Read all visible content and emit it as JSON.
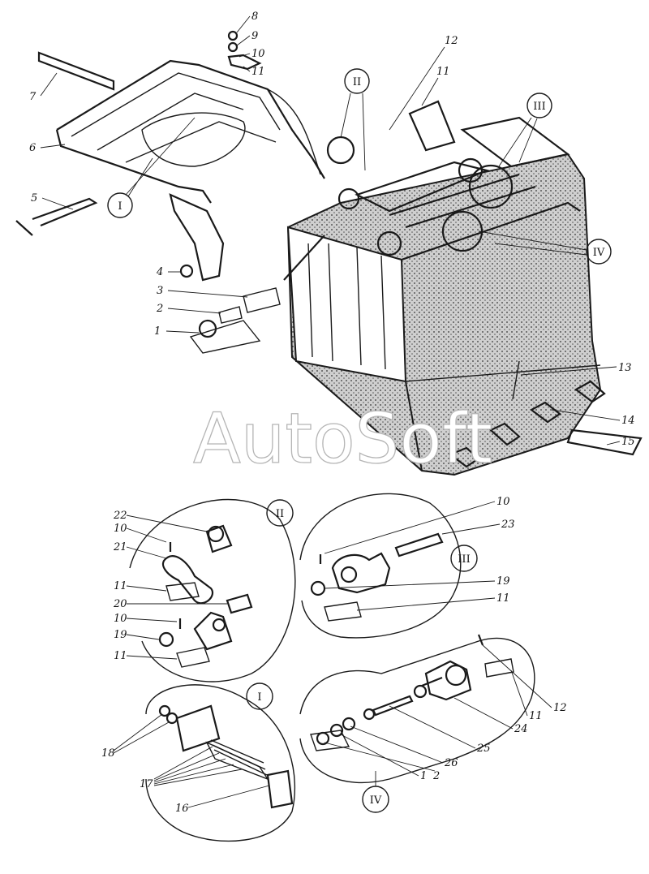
{
  "watermark": "AutoSoft",
  "callouts_main": [
    "1",
    "2",
    "3",
    "4",
    "5",
    "6",
    "7",
    "8",
    "9",
    "10",
    "11",
    "11",
    "12",
    "13",
    "14",
    "15"
  ],
  "detail_views": [
    {
      "roman": "I",
      "callouts": [
        "16",
        "17",
        "18"
      ]
    },
    {
      "roman": "II",
      "callouts": [
        "22",
        "10",
        "21",
        "11",
        "20",
        "10",
        "19",
        "11"
      ]
    },
    {
      "roman": "III",
      "callouts": [
        "10",
        "23",
        "19",
        "11"
      ]
    },
    {
      "roman": "IV",
      "callouts": [
        "12",
        "11",
        "24",
        "25",
        "26",
        "1",
        "2"
      ]
    }
  ],
  "view_markers_main": [
    "I",
    "II",
    "III",
    "IV"
  ]
}
